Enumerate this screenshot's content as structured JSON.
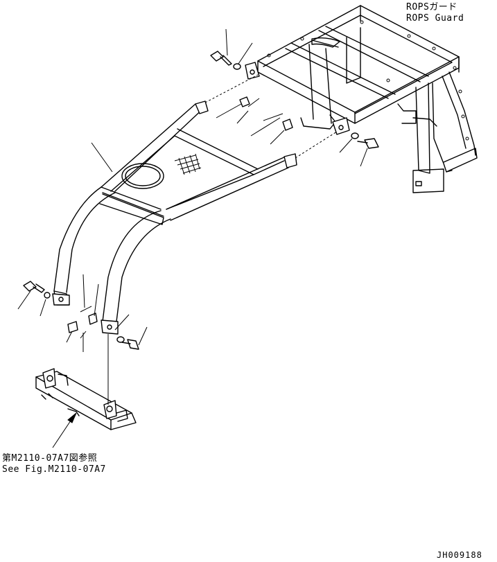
{
  "title": {
    "jp": "ROPSガード",
    "en": "ROPS Guard"
  },
  "reference": {
    "jp": "第M2110-07A7図参照",
    "en": "See Fig.M2110-07A7"
  },
  "drawing_code": "JH009188",
  "icons": {
    "mesh": "mesh-grid-icon",
    "arrow": "arrow-icon"
  }
}
